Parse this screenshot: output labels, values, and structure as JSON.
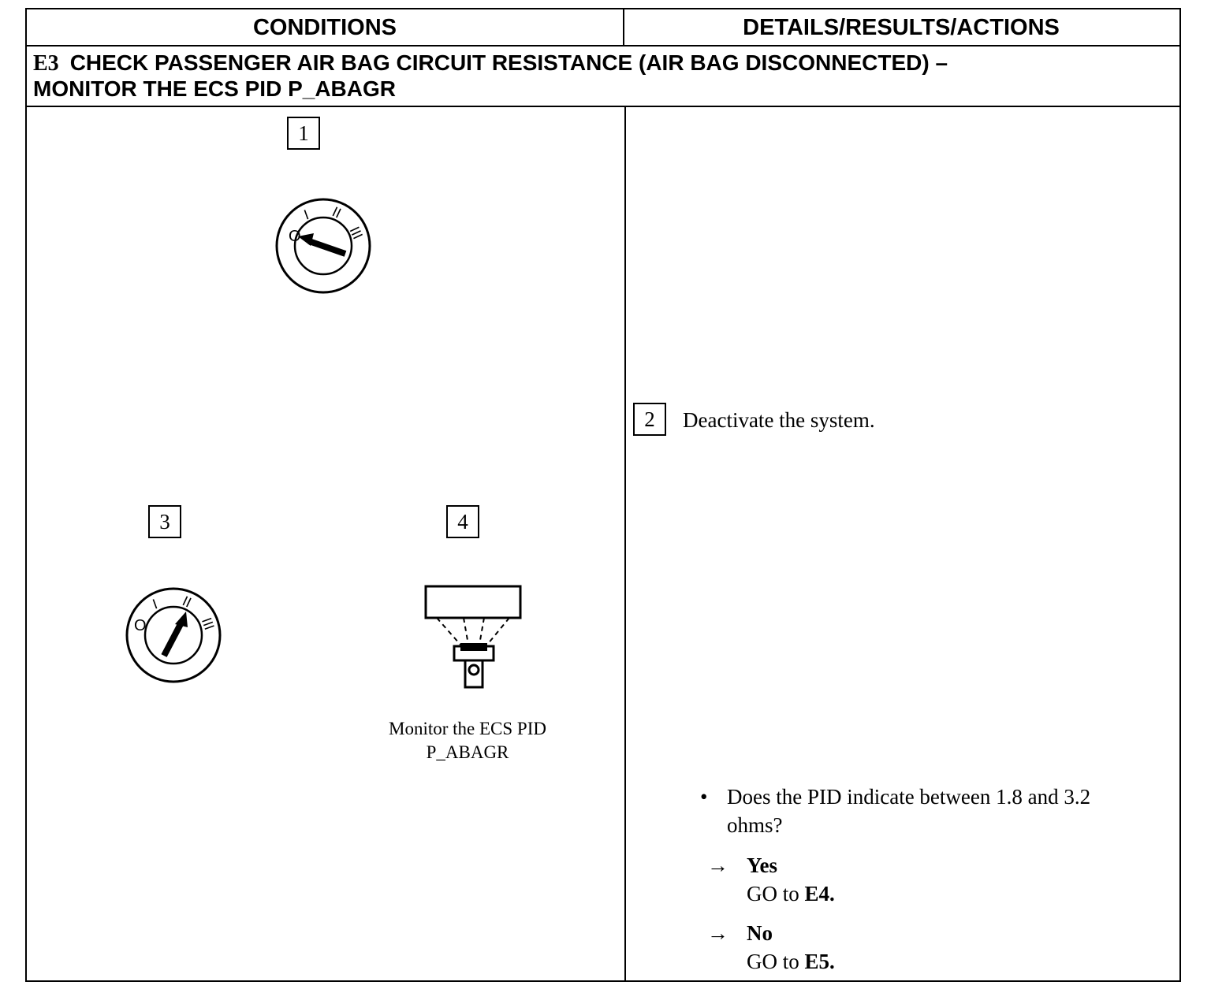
{
  "header": {
    "conditions": "CONDITIONS",
    "details": "DETAILS/RESULTS/ACTIONS"
  },
  "step": {
    "code": "E3",
    "title_line1": "CHECK PASSENGER AIR BAG CIRCUIT RESISTANCE (AIR BAG DISCONNECTED) –",
    "title_line2": "MONITOR THE ECS PID P_ABAGR"
  },
  "conditions": {
    "box1": "1",
    "box3": "3",
    "box4": "4",
    "ignition_off_icon": "ignition-switch-off-icon",
    "ignition_run_icon": "ignition-switch-run-icon",
    "scan_tool_icon": "scan-tool-connected-icon",
    "ignition_labels": {
      "off": "O",
      "acc": "I",
      "run": "II",
      "start": "III"
    },
    "monitor_caption_line1": "Monitor the ECS PID",
    "monitor_caption_line2": "P_ABAGR"
  },
  "details": {
    "box2": "2",
    "instruction": "Deactivate the system.",
    "question_line1": "Does the PID indicate between 1.8 and 3.2",
    "question_line2": "ohms?",
    "yes_label": "Yes",
    "yes_go": "GO to",
    "yes_target": "E4.",
    "no_label": "No",
    "no_go": "GO to",
    "no_target": "E5.",
    "arrow": "→",
    "bullet": "•"
  }
}
